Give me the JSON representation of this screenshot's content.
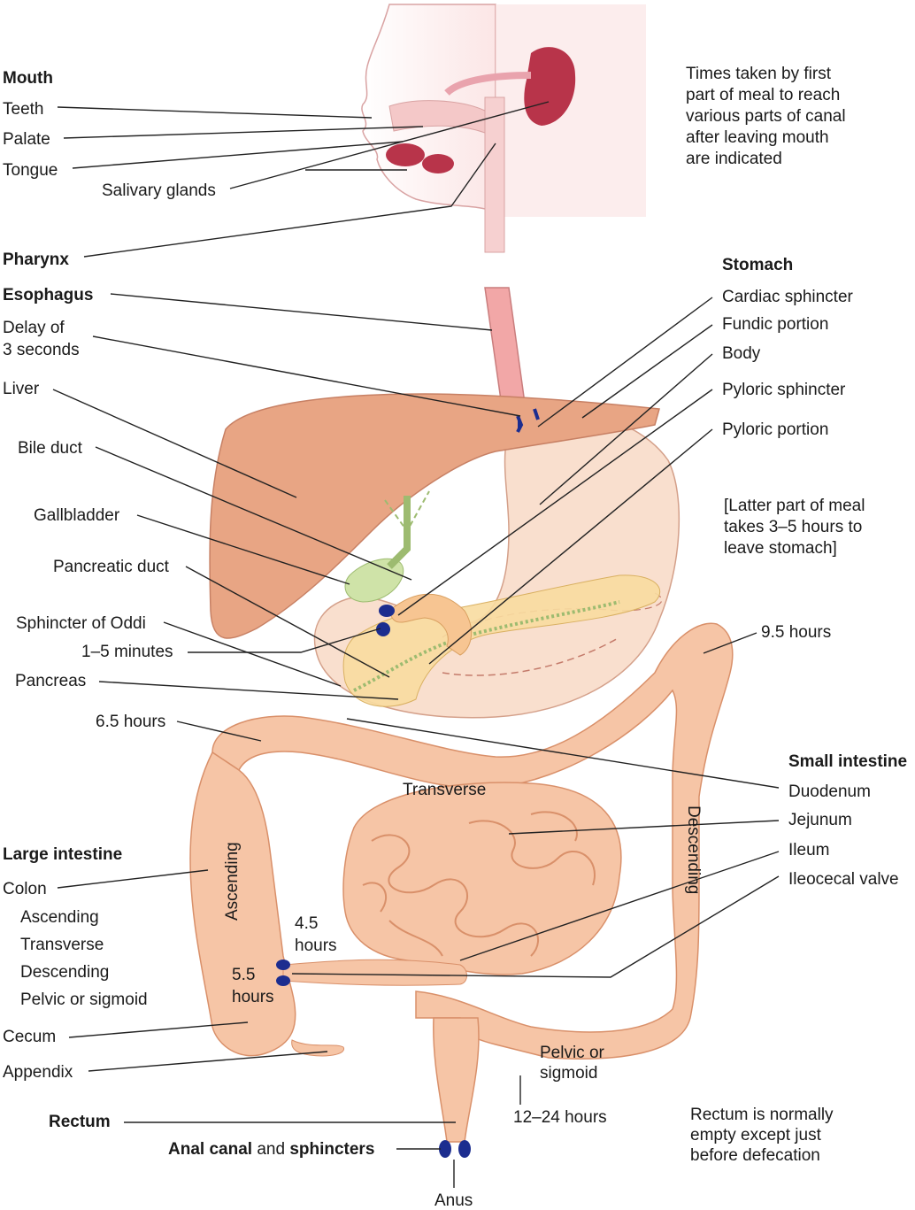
{
  "colors": {
    "tissue": "#f6c5a6",
    "tissue_dark": "#e39a78",
    "liver": "#e8a584",
    "stomach": "#f8d9c6",
    "pancreas": "#f8dca0",
    "gallbladder": "#cfe3a8",
    "gland": "#b8344a",
    "sphincter": "#1c2d8f",
    "leader": "#222222"
  },
  "labels": {
    "mouth": "Mouth",
    "teeth": "Teeth",
    "palate": "Palate",
    "tongue": "Tongue",
    "salivary_glands": "Salivary glands",
    "pharynx": "Pharynx",
    "esophagus": "Esophagus",
    "delay_line1": "Delay of",
    "delay_line2": "3 seconds",
    "liver": "Liver",
    "bile_duct": "Bile duct",
    "gallbladder": "Gallbladder",
    "pancreatic_duct": "Pancreatic duct",
    "sphincter_of_oddi": "Sphincter of Oddi",
    "one_five_minutes": "1–5 minutes",
    "pancreas": "Pancreas",
    "six_five_hours": "6.5 hours",
    "large_intestine": "Large intestine",
    "colon": "Colon",
    "colon_ascending": "Ascending",
    "colon_transverse": "Transverse",
    "colon_descending": "Descending",
    "colon_pelvic": "Pelvic or sigmoid",
    "cecum": "Cecum",
    "appendix": "Appendix",
    "rectum": "Rectum",
    "anal_canal": "Anal canal",
    "and": " and ",
    "sphincters": "sphincters",
    "anus": "Anus",
    "stomach": "Stomach",
    "cardiac_sphincter": "Cardiac sphincter",
    "fundic_portion": "Fundic portion",
    "body": "Body",
    "pyloric_sphincter": "Pyloric sphincter",
    "pyloric_portion": "Pyloric portion",
    "nine_five_hours": "9.5 hours",
    "small_intestine": "Small intestine",
    "duodenum": "Duodenum",
    "jejunum": "Jejunum",
    "ileum": "Ileum",
    "ileocecal_valve": "Ileocecal valve",
    "twelve_hours": "12–24 hours",
    "transverse_inline": "Transverse",
    "ascending_inline": "Ascending",
    "descending_inline": "Descending",
    "four_five": "4.5",
    "five_five": "5.5",
    "hours": "hours",
    "pelvic_or": "Pelvic or",
    "sigmoid": "sigmoid"
  },
  "notes": {
    "times_line1": "Times taken by first",
    "times_line2": "part of meal to reach",
    "times_line3": "various parts of canal",
    "times_line4": "after leaving mouth",
    "times_line5": "are indicated",
    "latter_line1": "[Latter part of meal",
    "latter_line2": "takes 3–5 hours to",
    "latter_line3": "leave stomach]",
    "rectum_line1": "Rectum is normally",
    "rectum_line2": "empty except just",
    "rectum_line3": "before defecation"
  }
}
